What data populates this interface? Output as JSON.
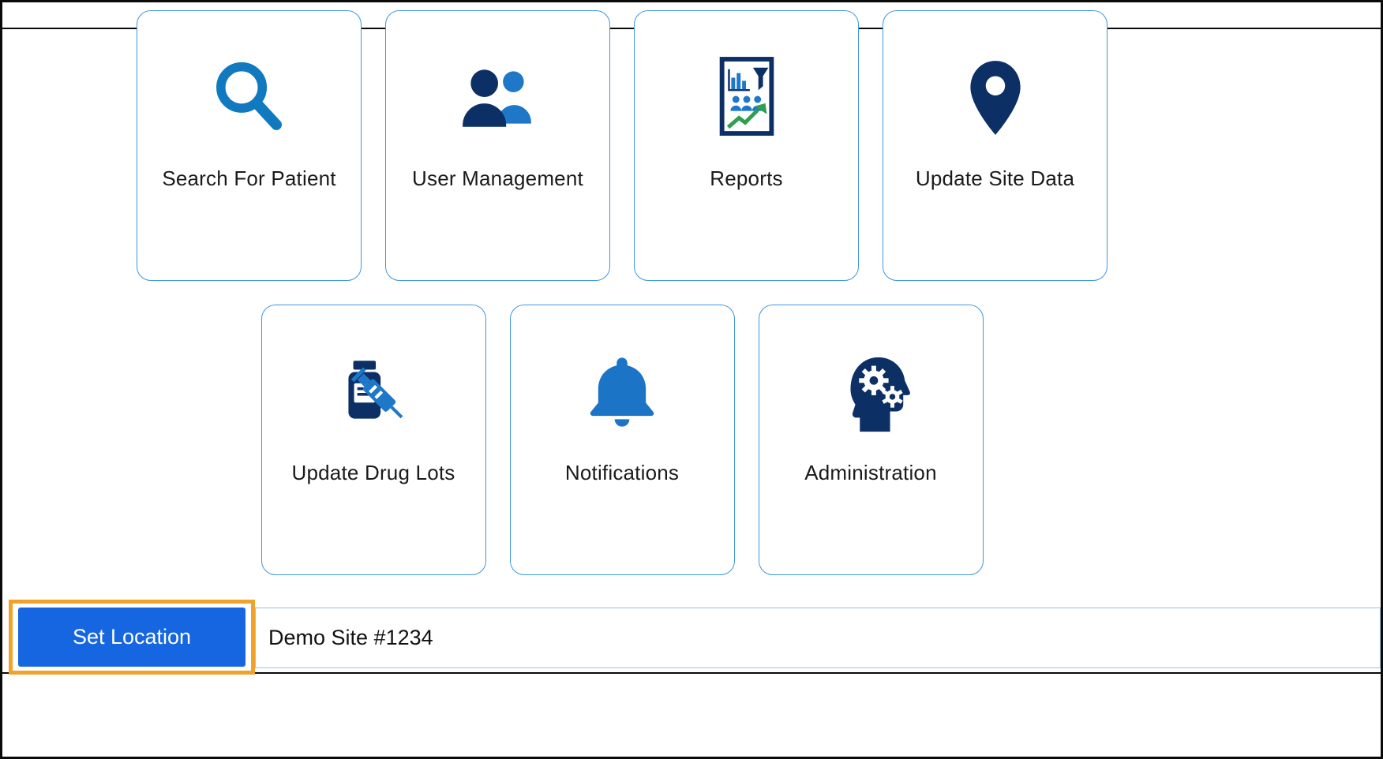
{
  "tiles": [
    {
      "label": "Search For Patient",
      "icon": "search-icon"
    },
    {
      "label": "User Management",
      "icon": "users-icon"
    },
    {
      "label": "Reports",
      "icon": "reports-icon"
    },
    {
      "label": "Update Site Data",
      "icon": "map-pin-icon"
    },
    {
      "label": "Update Drug Lots",
      "icon": "syringe-bottle-icon"
    },
    {
      "label": "Notifications",
      "icon": "bell-icon"
    },
    {
      "label": "Administration",
      "icon": "head-gears-icon"
    }
  ],
  "footer": {
    "set_location_label": "Set Location",
    "location_value": "Demo Site #1234"
  },
  "colors": {
    "tile_border": "#3E97E0",
    "icon_blue": "#1079C0",
    "icon_navy": "#0C3066",
    "button_blue": "#1566E0",
    "highlight_orange": "#F0A32A",
    "arrow_green": "#2E9E4F"
  }
}
